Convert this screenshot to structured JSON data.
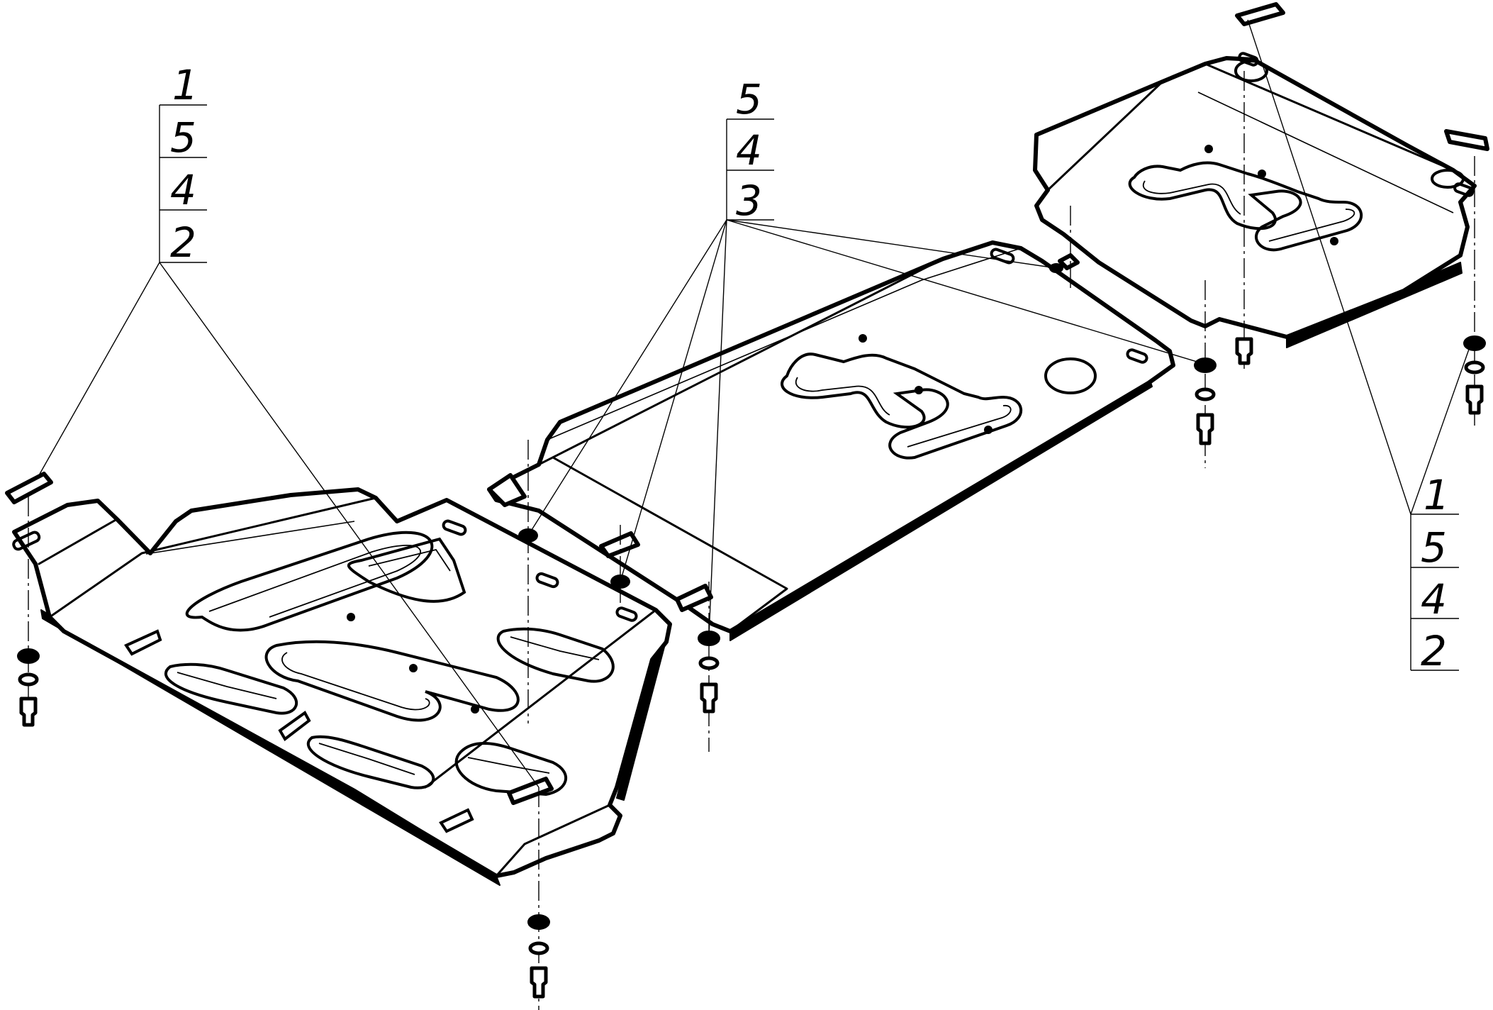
{
  "callouts": {
    "left": [
      "1",
      "5",
      "4",
      "2"
    ],
    "center": [
      "5",
      "4",
      "3"
    ],
    "right": [
      "1",
      "5",
      "4",
      "2"
    ]
  }
}
